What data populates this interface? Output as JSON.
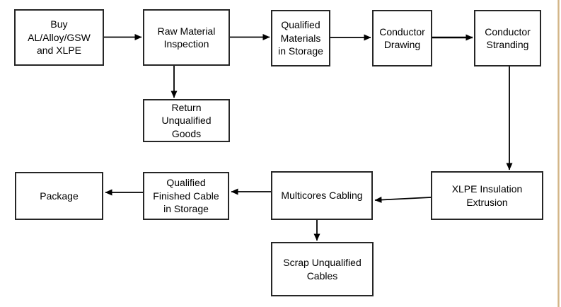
{
  "page": {
    "background": "#ffffff",
    "edge_stripe_color": "#cfae7e",
    "box_border_color": "#262626",
    "arrow_color": "#000000"
  },
  "flowchart": {
    "type": "process-flow",
    "nodes": [
      {
        "id": "buy-materials",
        "label": "Buy\nAL/Alloy/GSW\nand XLPE"
      },
      {
        "id": "raw-material-inspection",
        "label": "Raw Material\nInspection"
      },
      {
        "id": "qualified-materials-in-storage",
        "label": "Qualified\nMaterials\nin Storage"
      },
      {
        "id": "conductor-drawing",
        "label": "Conductor\nDrawing"
      },
      {
        "id": "conductor-stranding",
        "label": "Conductor\nStranding"
      },
      {
        "id": "return-unqualified-goods",
        "label": "Return\nUnqualified\nGoods"
      },
      {
        "id": "package",
        "label": "Package"
      },
      {
        "id": "qualified-finished-cable-in-storage",
        "label": "Qualified\nFinished Cable\nin Storage"
      },
      {
        "id": "multicores-cabling",
        "label": "Multicores Cabling"
      },
      {
        "id": "xlpe-insulation-extrusion",
        "label": "XLPE Insulation\nExtrusion"
      },
      {
        "id": "scrap-unqualified-cables",
        "label": "Scrap Unqualified\nCables"
      }
    ],
    "edges": [
      {
        "from": "buy-materials",
        "to": "raw-material-inspection"
      },
      {
        "from": "raw-material-inspection",
        "to": "qualified-materials-in-storage"
      },
      {
        "from": "qualified-materials-in-storage",
        "to": "conductor-drawing"
      },
      {
        "from": "conductor-drawing",
        "to": "conductor-stranding"
      },
      {
        "from": "raw-material-inspection",
        "to": "return-unqualified-goods"
      },
      {
        "from": "conductor-stranding",
        "to": "xlpe-insulation-extrusion"
      },
      {
        "from": "xlpe-insulation-extrusion",
        "to": "multicores-cabling"
      },
      {
        "from": "multicores-cabling",
        "to": "qualified-finished-cable-in-storage"
      },
      {
        "from": "qualified-finished-cable-in-storage",
        "to": "package"
      },
      {
        "from": "multicores-cabling",
        "to": "scrap-unqualified-cables"
      }
    ]
  }
}
